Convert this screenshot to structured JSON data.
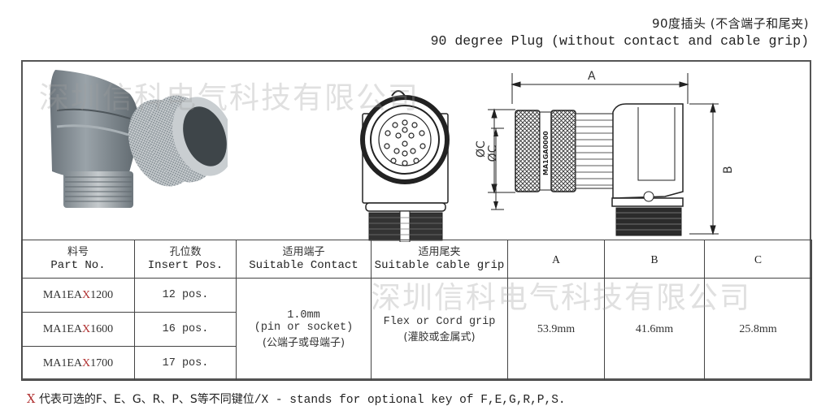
{
  "header": {
    "title_cn": "90度插头 (不含端子和尾夹)",
    "title_en": "90 degree Plug (without contact and cable grip)"
  },
  "watermark": "深圳信科电气科技有限公司",
  "drawing": {
    "front_view": {
      "dimension_label": "ØC",
      "pin_count_shown": 17
    },
    "side_view": {
      "dimension_a": "A",
      "dimension_b": "B",
      "dimension_c": "ØC",
      "marking": "MA1GA0000"
    }
  },
  "table": {
    "headers": [
      {
        "cn": "料号",
        "en": "Part No."
      },
      {
        "cn": "孔位数",
        "en": "Insert Pos."
      },
      {
        "cn": "适用端子",
        "en": "Suitable Contact"
      },
      {
        "cn": "适用尾夹",
        "en": "Suitable cable grip"
      },
      {
        "label": "A"
      },
      {
        "label": "B"
      },
      {
        "label": "C"
      }
    ],
    "rows": [
      {
        "part_prefix": "MA1EA",
        "part_key": "X",
        "part_suffix": "1200",
        "insert_pos": "12 pos."
      },
      {
        "part_prefix": "MA1EA",
        "part_key": "X",
        "part_suffix": "1600",
        "insert_pos": "16 pos."
      },
      {
        "part_prefix": "MA1EA",
        "part_key": "X",
        "part_suffix": "1700",
        "insert_pos": "17 pos."
      }
    ],
    "shared": {
      "contact_size": "1.0mm",
      "contact_type_en": "(pin or socket)",
      "contact_type_cn": "(公端子或母端子)",
      "cable_grip_en": "Flex or Cord grip",
      "cable_grip_cn": "(灌胶或金属式)",
      "dim_a": "53.9mm",
      "dim_b": "41.6mm",
      "dim_c": "25.8mm"
    }
  },
  "footnote": {
    "key": "X",
    "cn": "代表可选的F、E、G、R、P、S等不同键位",
    "en": "/X - stands for optional key of F,E,G,R,P,S."
  },
  "colors": {
    "accent_red": "#b03030",
    "border": "#444444",
    "watermark": "#a0a0a0"
  }
}
